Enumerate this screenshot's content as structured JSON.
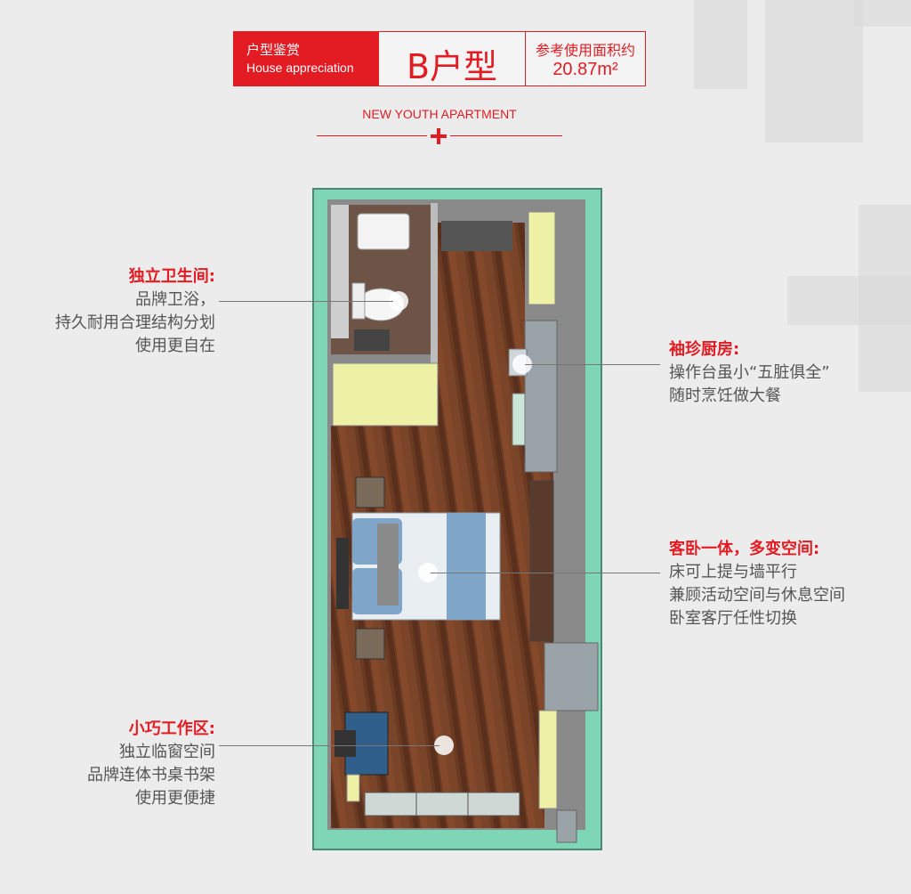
{
  "header": {
    "label_cn": "户型鉴赏",
    "label_en": "House appreciation",
    "type_title": "B户型",
    "area_label": "参考使用面积约",
    "area_value": "20.87m²"
  },
  "subtitle": "NEW YOUTH APARTMENT",
  "annotations": {
    "bathroom": {
      "title": "独立卫生间:",
      "lines": [
        "品牌卫浴，",
        "持久耐用合理结构分划",
        "使用更自在"
      ]
    },
    "kitchen": {
      "title": "袖珍厨房:",
      "lines": [
        "操作台虽小“五脏俱全”",
        "随时烹饪做大餐"
      ]
    },
    "bedroom": {
      "title": "客卧一体，多变空间:",
      "lines": [
        "床可上提与墙平行",
        "兼顾活动空间与休息空间",
        "卧室客厅任性切换"
      ]
    },
    "workspace": {
      "title": "小巧工作区:",
      "lines": [
        "独立临窗空间",
        "品牌连体书桌书架",
        "使用更便捷"
      ]
    }
  },
  "colors": {
    "accent": "#e31b23",
    "outer_wall": "#7fd6b6",
    "floor": "#6b3a22",
    "cabinet": "#eef0a6"
  }
}
